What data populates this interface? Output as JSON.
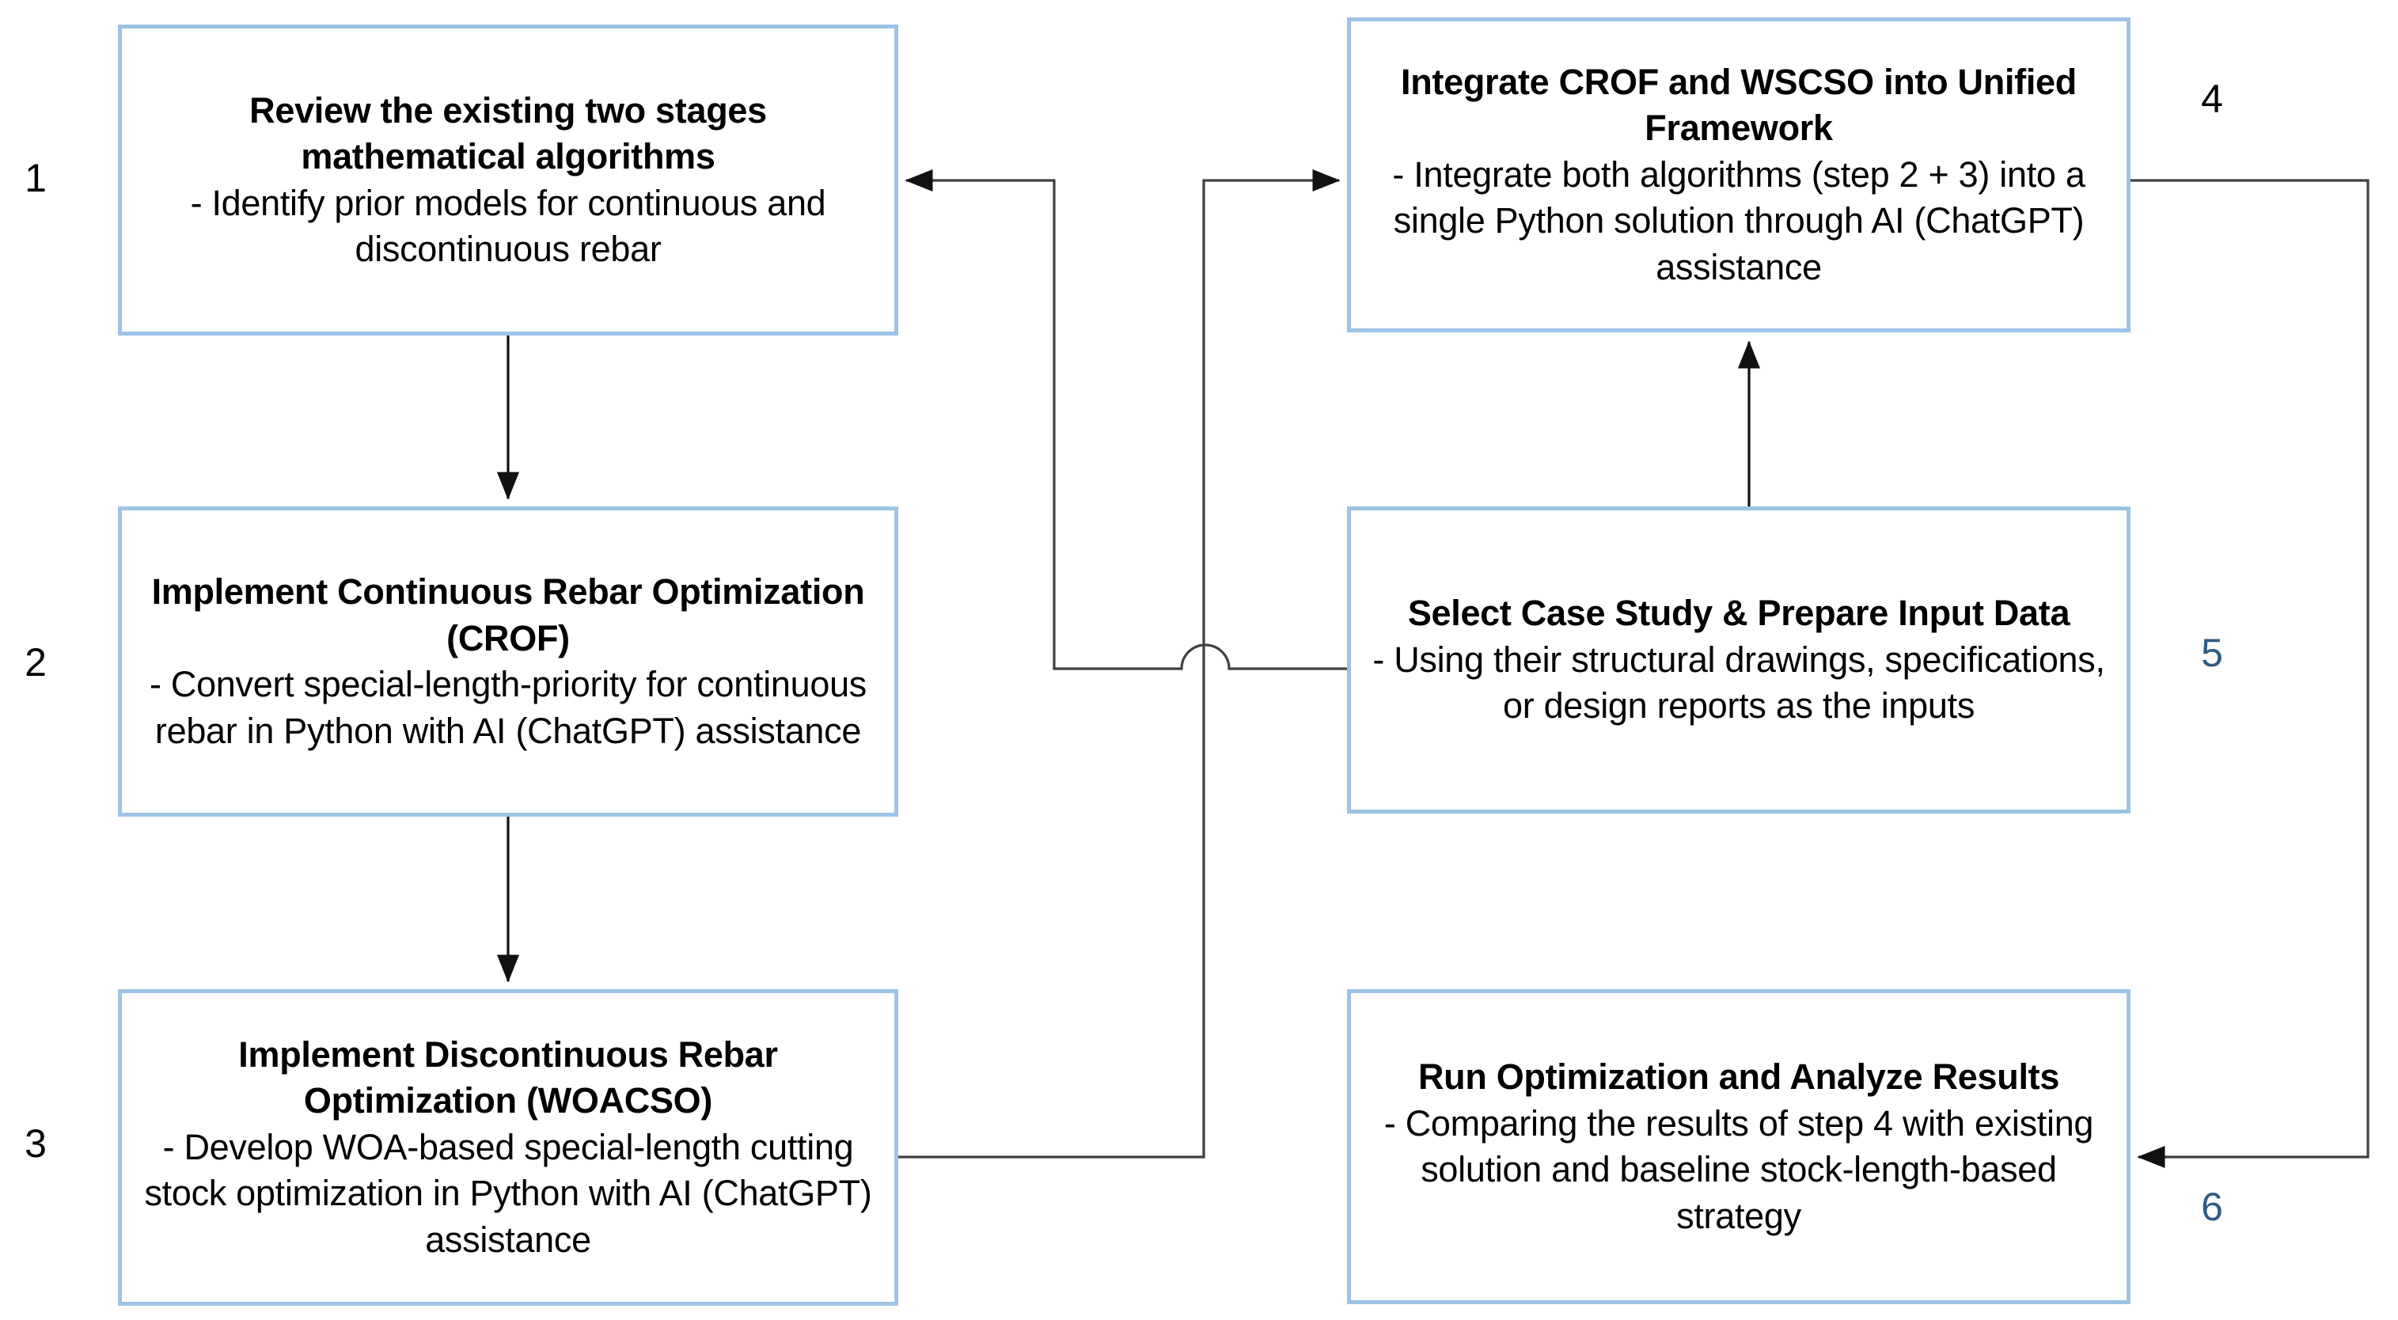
{
  "diagram": {
    "title_semantic": "research-methodology-flowchart",
    "colors": {
      "box_border": "#9dc3e6",
      "box_fill": "#ffffff",
      "text": "#000000",
      "accent_number": "#2f5c85",
      "connector": "#404040"
    },
    "steps": [
      {
        "number": "1",
        "number_color": "#000000",
        "title": "Review the existing two stages mathematical algorithms",
        "description": "- Identify prior models for continuous and discontinuous rebar"
      },
      {
        "number": "2",
        "number_color": "#000000",
        "title": "Implement Continuous Rebar Optimization (CROF)",
        "description": "- Convert special-length-priority for continuous rebar in Python with AI (ChatGPT) assistance"
      },
      {
        "number": "3",
        "number_color": "#000000",
        "title": "Implement Discontinuous Rebar Optimization (WOACSO)",
        "description": "- Develop WOA-based special-length cutting stock optimization in Python with AI (ChatGPT) assistance"
      },
      {
        "number": "4",
        "number_color": "#000000",
        "title": "Integrate CROF and WSCSO into Unified Framework",
        "description": "- Integrate both algorithms (step 2 + 3) into a single Python solution through AI (ChatGPT) assistance"
      },
      {
        "number": "5",
        "number_color": "#2f5c85",
        "title": "Select Case Study & Prepare Input Data",
        "description": "- Using their structural drawings, specifications, or design reports as the inputs"
      },
      {
        "number": "6",
        "number_color": "#2f5c85",
        "title": "Run Optimization and Analyze Results",
        "description": "- Comparing the results of step 4 with existing solution and baseline stock-length-based strategy"
      }
    ],
    "connectors": [
      {
        "name": "step1-to-step2",
        "from": "1",
        "to": "2",
        "style": "straight-down-arrow"
      },
      {
        "name": "step2-to-step3",
        "from": "2",
        "to": "3",
        "style": "straight-down-arrow"
      },
      {
        "name": "step3-to-step4",
        "from": "3",
        "to": "4",
        "style": "elbow-right-up-arrow"
      },
      {
        "name": "step5-to-step1",
        "from": "5",
        "to": "1",
        "style": "elbow-left-up-arrow-with-hop"
      },
      {
        "name": "step5-to-step4",
        "from": "5",
        "to": "4",
        "style": "straight-up-arrow"
      },
      {
        "name": "step4-to-step6",
        "from": "4",
        "to": "6",
        "style": "elbow-right-down-arrow"
      }
    ]
  }
}
